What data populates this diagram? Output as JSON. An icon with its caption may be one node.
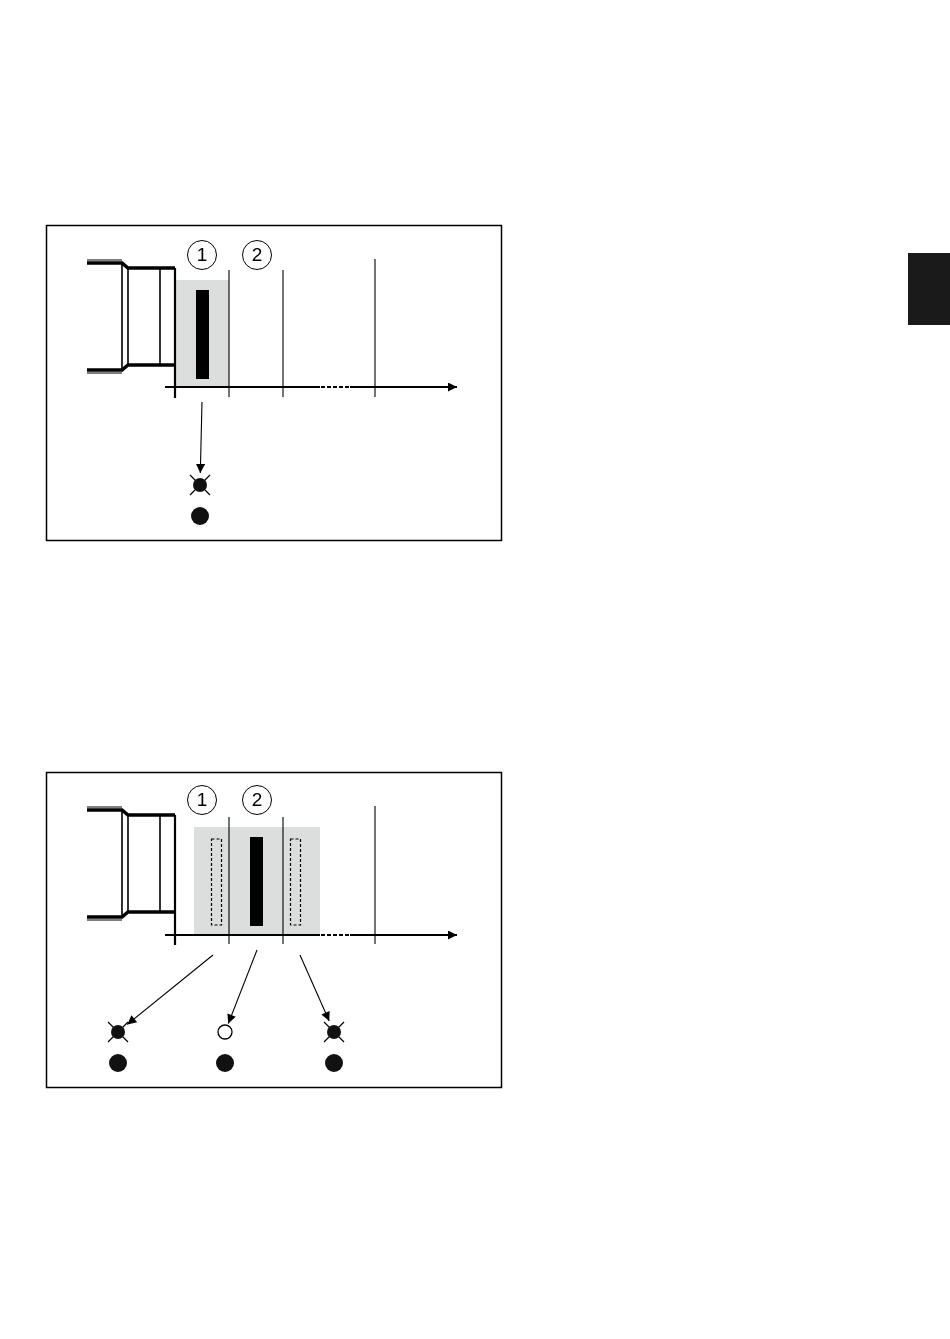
{
  "diagram": {
    "nodes": [
      {
        "text": [],
        "shape": "circle"
      },
      {
        "text": [],
        "shape": "circle"
      },
      {
        "text": [],
        "shape": "circle"
      },
      {
        "text": [],
        "shape": "circle"
      },
      {
        "text": [],
        "shape": "circle"
      },
      {
        "text": [],
        "shape": "circle"
      },
      {
        "text": [],
        "shape": "circle"
      },
      {
        "text": [],
        "shape": "circle"
      }
    ],
    "edges": [
      {
        "from": null,
        "to": 0,
        "arrow": "to"
      },
      {
        "from": null,
        "to": 2,
        "arrow": "to"
      },
      {
        "from": null,
        "to": 3,
        "arrow": "to"
      },
      {
        "from": null,
        "to": 4,
        "arrow": "to"
      }
    ],
    "labels": [
      "1",
      "2",
      "1",
      "2"
    ]
  }
}
